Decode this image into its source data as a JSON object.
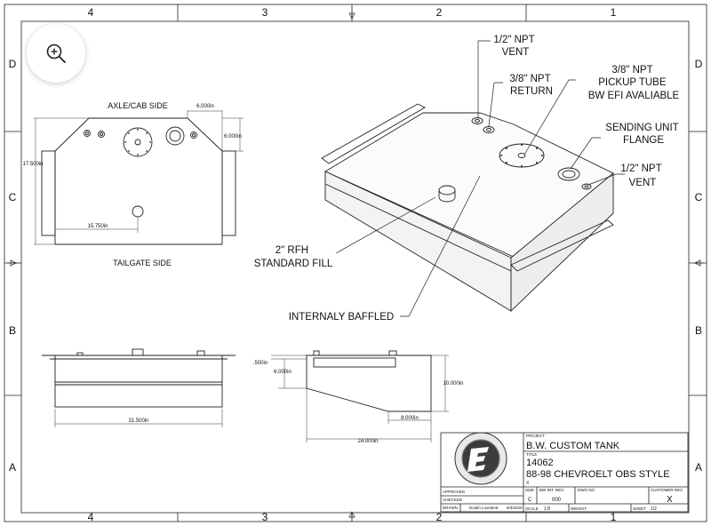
{
  "zoom": {
    "icon": "zoom-in-icon"
  },
  "border": {
    "columns": [
      "4",
      "3",
      "2",
      "1"
    ],
    "rows": [
      "D",
      "C",
      "B",
      "A"
    ]
  },
  "top_view": {
    "front_label": "AXLE/CAB SIDE",
    "rear_label": "TAILGATE SIDE",
    "dim_width_top": "6.000in",
    "dim_depth_corner": "6.000in",
    "dim_height": "17.500in",
    "dim_fill_offset": "15.750in"
  },
  "iso_callouts": {
    "vent_1": [
      "1/2\" NPT",
      "VENT"
    ],
    "return": [
      "3/8\" NPT",
      "RETURN"
    ],
    "pickup": [
      "3/8\" NPT",
      "PICKUP TUBE",
      "BW EFI AVALIABLE"
    ],
    "sending_unit": [
      "SENDING UNIT",
      "FLANGE"
    ],
    "vent_2": [
      "1/2\" NPT",
      "VENT"
    ],
    "fill": [
      "2\" RFH",
      "STANDARD FILL"
    ],
    "baffled": "INTERNALY BAFFLED"
  },
  "front_view": {
    "dim_length": "31.500in"
  },
  "side_view": {
    "dim_lip": ".500in",
    "dim_step": "6.000in",
    "dim_height": "10.000in",
    "dim_bottom": "8.000in",
    "dim_depth": "24.000in"
  },
  "title_block": {
    "project_caption": "PROJECT",
    "project": "B.W. CUSTOM TANK",
    "title_caption": "TITLE",
    "part_number": "14062",
    "title": "88-98 CHEVROELT OBS STYLE",
    "x_mark": "X",
    "approved_caption": "APPROVED",
    "checked_caption": "CHECKED",
    "drawn_caption": "DRAWN",
    "drawn_by": "Dustin Loveland",
    "drawn_date": "8/3/2020",
    "size_caption": "SIZE",
    "size": "C",
    "bw_int_rev_caption": "BW INT. REV.",
    "bw_int_rev": "000",
    "dwg_no_caption": "DWG NO",
    "customer_rev_caption": "CUSTOMER REV",
    "customer_rev": "X",
    "scale_caption": "SCALE",
    "scale": "1:8",
    "weight_caption": "WEIGHT",
    "sheet_caption": "SHEET",
    "sheet": "1/2"
  }
}
